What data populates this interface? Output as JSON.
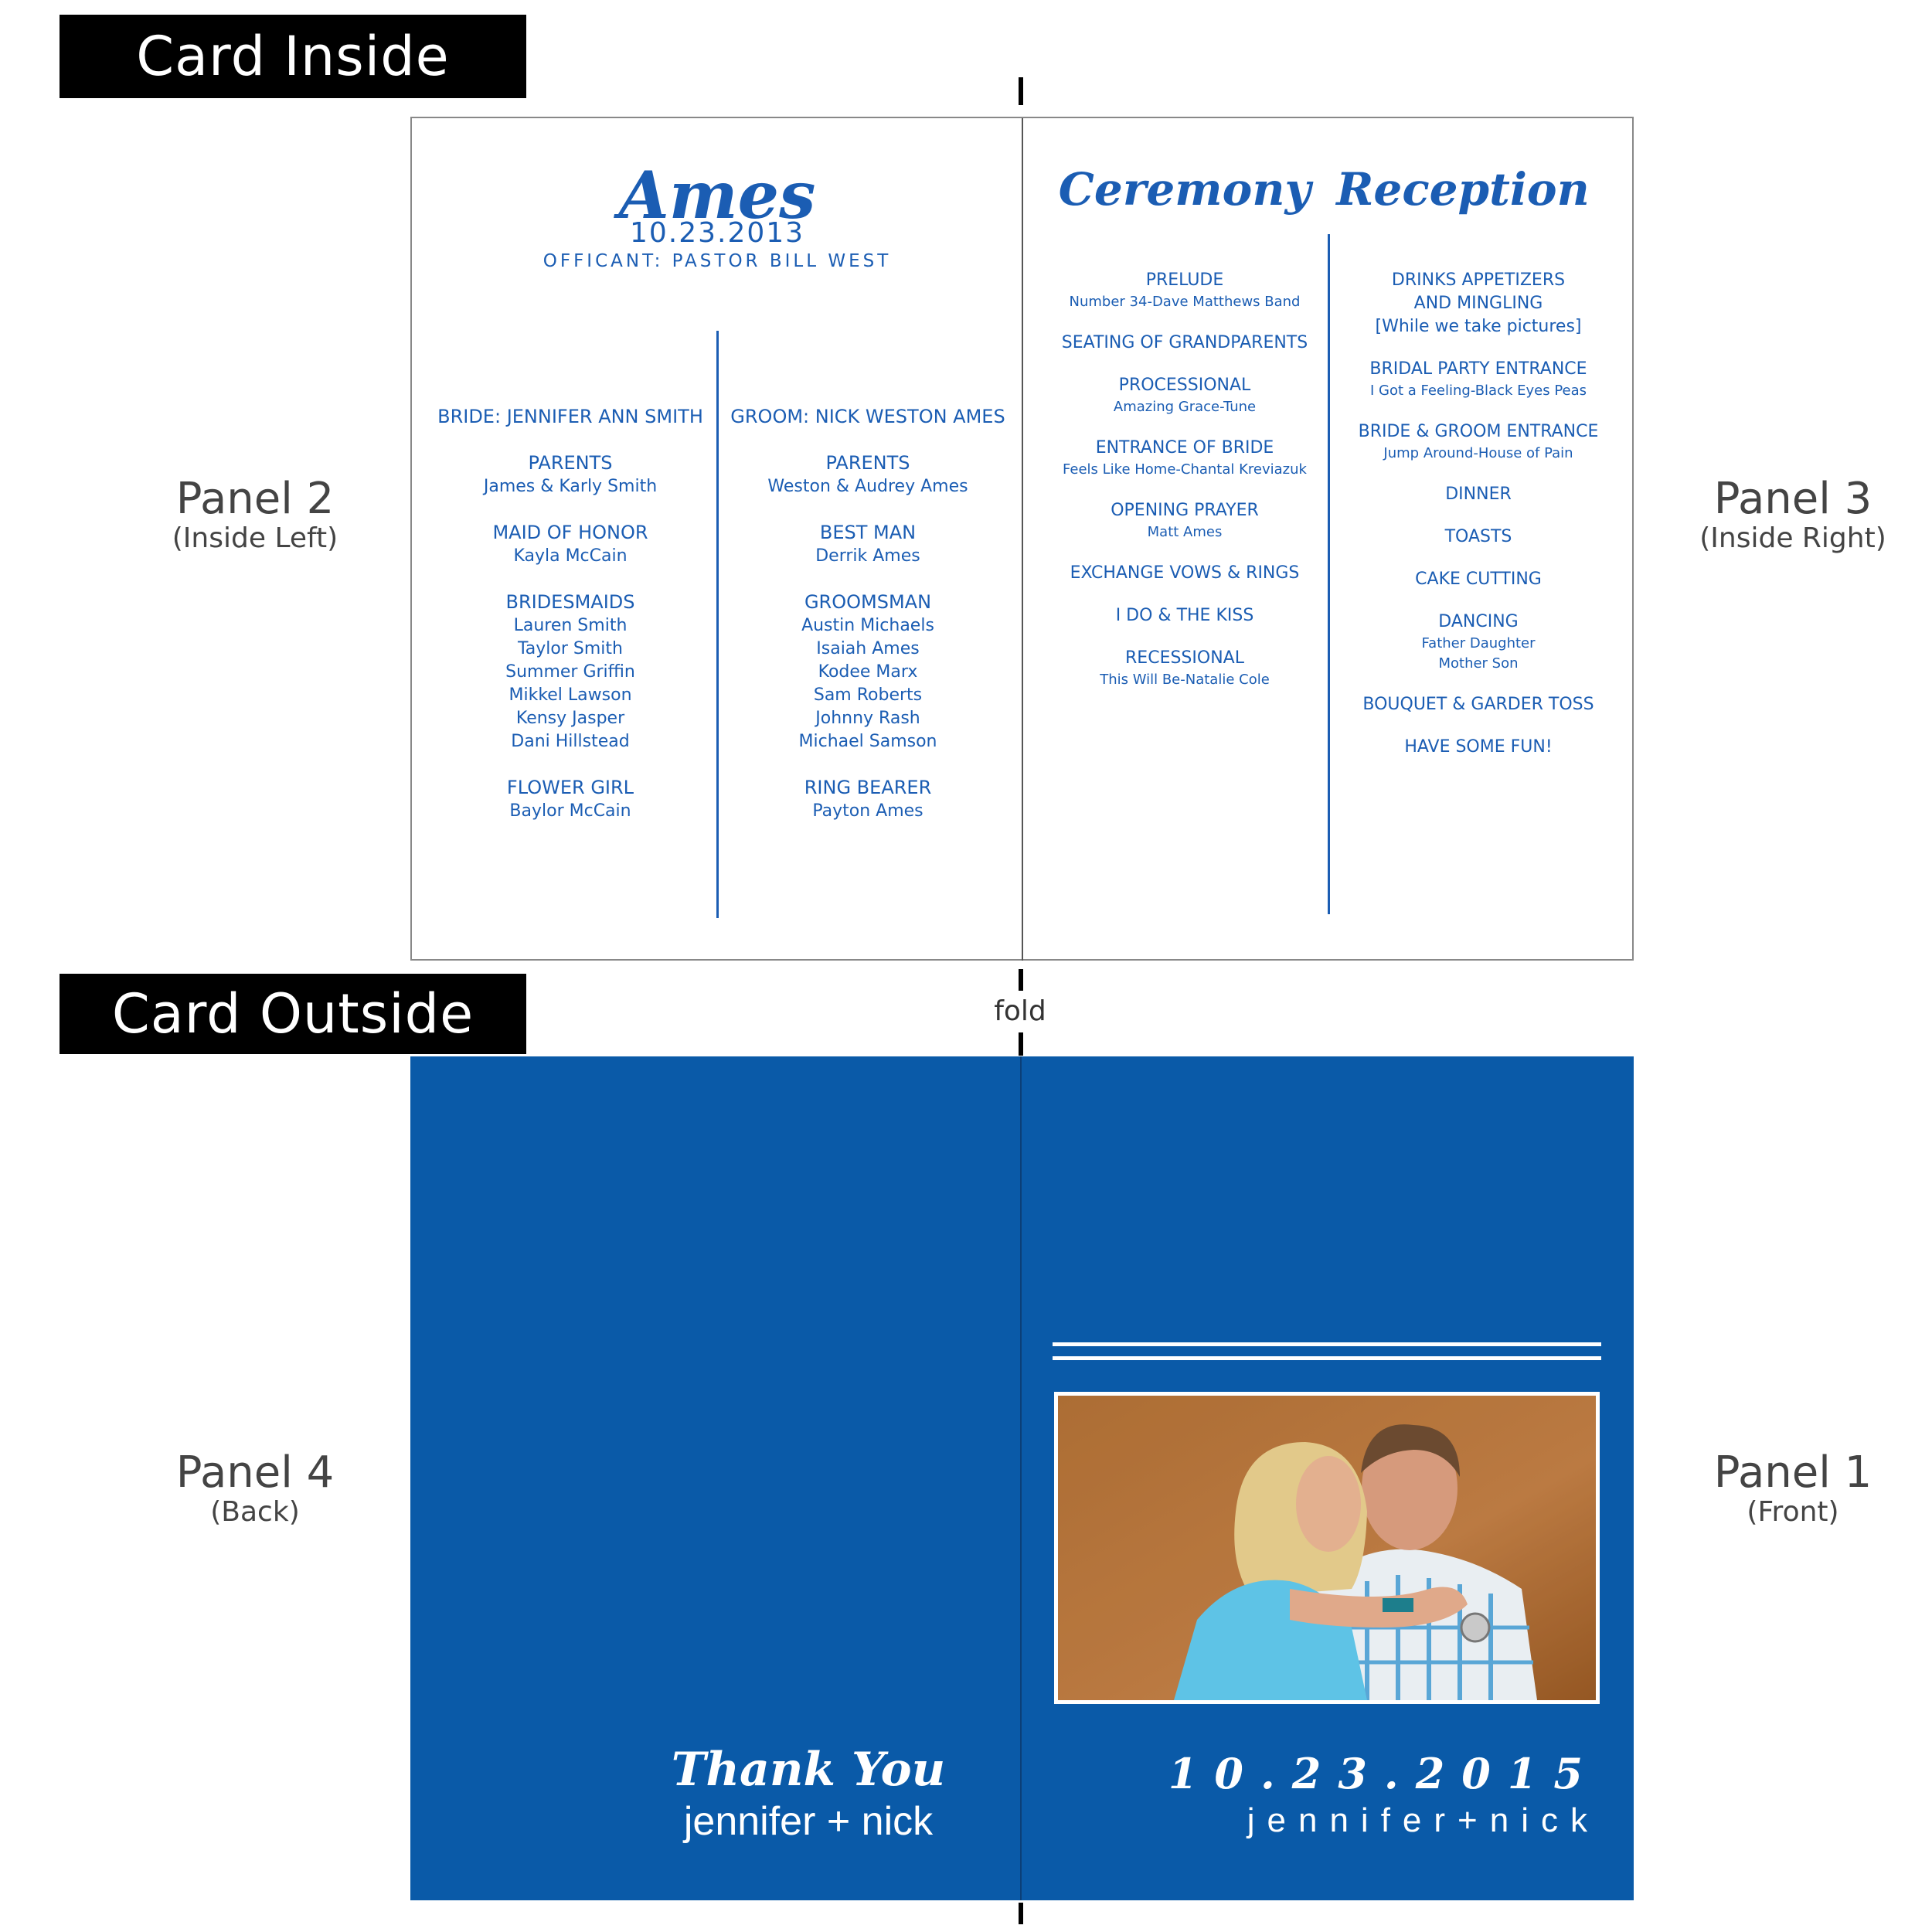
{
  "labels": {
    "card_inside": "Card Inside",
    "card_outside": "Card Outside",
    "fold": "fold",
    "panel2_big": "Panel 2",
    "panel2_small": "(Inside Left)",
    "panel3_big": "Panel 3",
    "panel3_small": "(Inside Right)",
    "panel4_big": "Panel 4",
    "panel4_small": "(Back)",
    "panel1_big": "Panel 1",
    "panel1_small": "(Front)"
  },
  "inside_left": {
    "title": "Ames",
    "date": "10.23.2013",
    "officiant": "OFFICANT: PASTOR BILL WEST",
    "bride_side": [
      {
        "role": "BRIDE: JENNIFER ANN SMITH",
        "names": []
      },
      {
        "role": "PARENTS",
        "names": [
          "James & Karly Smith"
        ]
      },
      {
        "role": "MAID OF HONOR",
        "names": [
          "Kayla McCain"
        ]
      },
      {
        "role": "BRIDESMAIDS",
        "names": [
          "Lauren Smith",
          "Taylor Smith",
          "Summer Griffin",
          "Mikkel Lawson",
          "Kensy Jasper",
          "Dani Hillstead"
        ]
      },
      {
        "role": "FLOWER GIRL",
        "names": [
          "Baylor McCain"
        ]
      }
    ],
    "groom_side": [
      {
        "role": "GROOM: NICK WESTON AMES",
        "names": []
      },
      {
        "role": "PARENTS",
        "names": [
          "Weston & Audrey Ames"
        ]
      },
      {
        "role": "BEST MAN",
        "names": [
          "Derrik Ames"
        ]
      },
      {
        "role": "GROOMSMAN",
        "names": [
          "Austin Michaels",
          "Isaiah Ames",
          "Kodee Marx",
          "Sam Roberts",
          "Johnny Rash",
          "Michael Samson"
        ]
      },
      {
        "role": "RING BEARER",
        "names": [
          "Payton Ames"
        ]
      }
    ]
  },
  "inside_right": {
    "ceremony_title": "Ceremony",
    "reception_title": "Reception",
    "ceremony": [
      {
        "heading": "PRELUDE",
        "sub": [
          "Number 34-Dave Matthews Band"
        ]
      },
      {
        "heading": "SEATING OF GRANDPARENTS",
        "sub": []
      },
      {
        "heading": "PROCESSIONAL",
        "sub": [
          "Amazing Grace-Tune"
        ]
      },
      {
        "heading": "ENTRANCE OF BRIDE",
        "sub": [
          "Feels Like Home-Chantal Kreviazuk"
        ]
      },
      {
        "heading": "OPENING PRAYER",
        "sub": [
          "Matt Ames"
        ]
      },
      {
        "heading": "EXCHANGE VOWS & RINGS",
        "sub": []
      },
      {
        "heading": "I DO & THE KISS",
        "sub": []
      },
      {
        "heading": "RECESSIONAL",
        "sub": [
          "This Will Be-Natalie Cole"
        ]
      }
    ],
    "reception": [
      {
        "heading": "DRINKS APPETIZERS",
        "sub": [
          "AND MINGLING",
          "[While we take pictures]"
        ]
      },
      {
        "heading": "BRIDAL PARTY ENTRANCE",
        "sub": [
          "I Got a Feeling-Black Eyes Peas"
        ]
      },
      {
        "heading": "BRIDE & GROOM ENTRANCE",
        "sub": [
          "Jump Around-House of Pain"
        ]
      },
      {
        "heading": "DINNER",
        "sub": []
      },
      {
        "heading": "TOASTS",
        "sub": []
      },
      {
        "heading": "CAKE CUTTING",
        "sub": []
      },
      {
        "heading": "DANCING",
        "sub": [
          "Father Daughter",
          "Mother Son"
        ]
      },
      {
        "heading": "BOUQUET & GARDER TOSS",
        "sub": []
      },
      {
        "heading": "HAVE SOME FUN!",
        "sub": []
      }
    ]
  },
  "outside_back": {
    "thank_you": "Thank You",
    "names": "jennifer + nick"
  },
  "outside_front": {
    "date": "10.23.2015",
    "names": "jennifer+nick"
  },
  "colors": {
    "accent": "#1b5db3",
    "card_blue": "#0a5aa8",
    "label_bg": "#000000"
  }
}
